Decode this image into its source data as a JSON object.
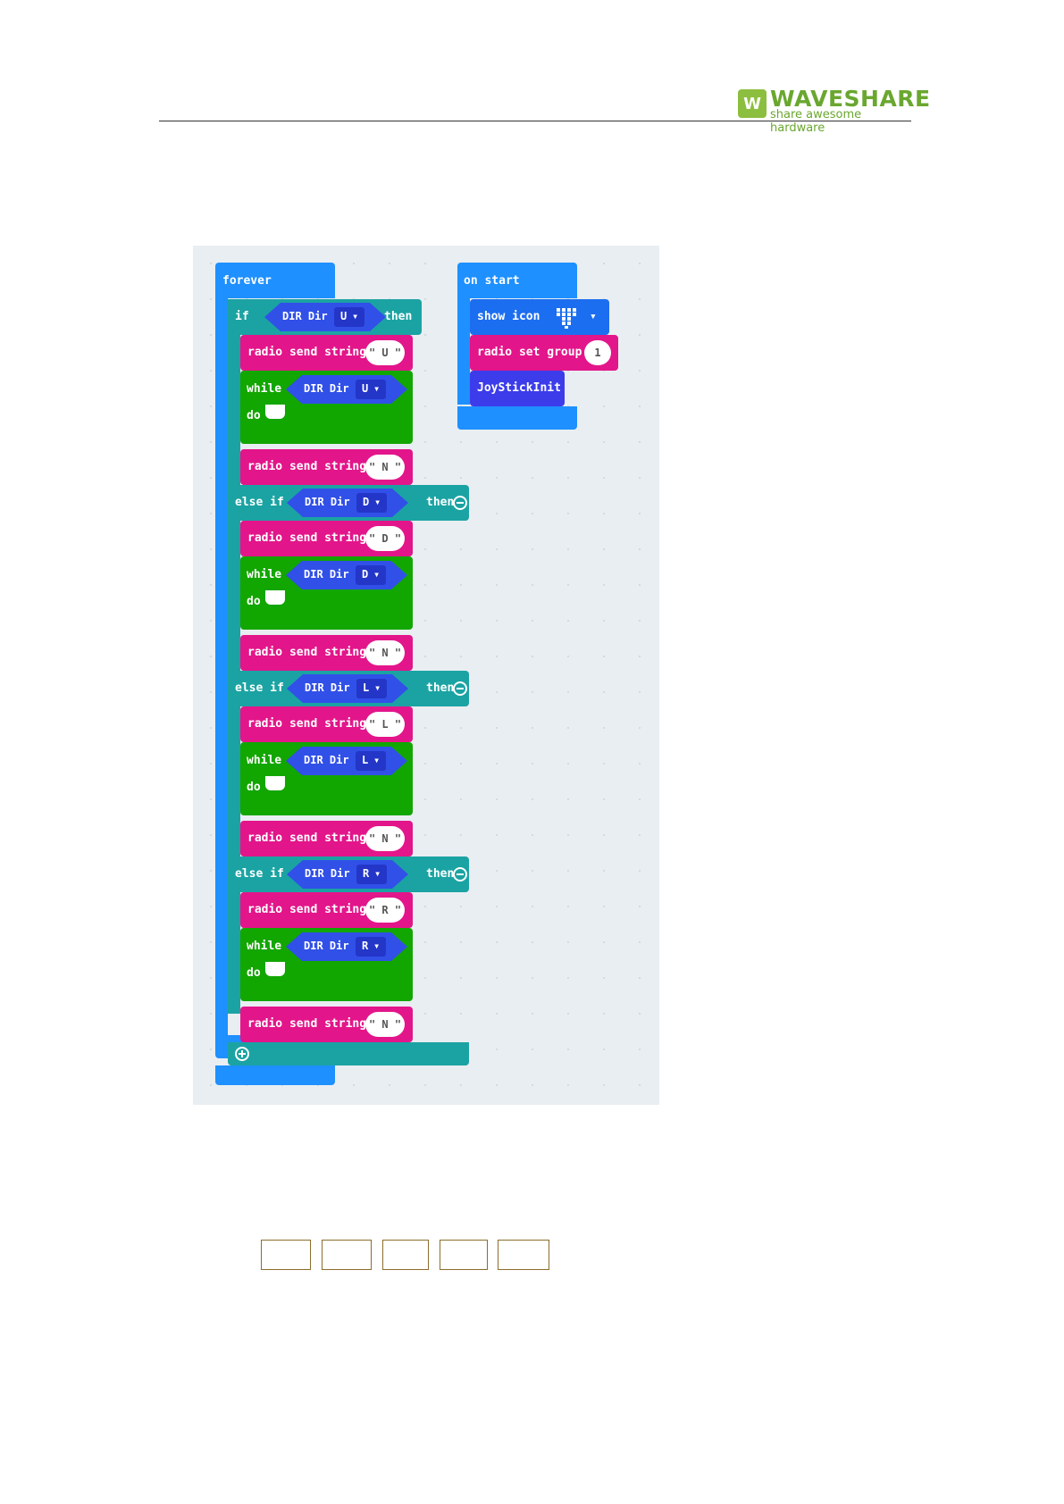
{
  "header": {
    "brand": "WAVESHARE",
    "tagline": "share awesome hardware",
    "logo_mark": "W"
  },
  "blocks": {
    "forever": "forever",
    "if": "if",
    "then": "then",
    "else_if": "else if",
    "while": "while",
    "do": "do",
    "radio_send": "radio send string",
    "dir_dir": "DIR Dir",
    "dir_values": [
      "U",
      "D",
      "L",
      "R"
    ],
    "send_values": [
      "\" U \"",
      "\" D \"",
      "\" L \"",
      "\" R \"",
      "\" N \""
    ],
    "on_start": "on start",
    "show_icon": "show icon",
    "radio_set_group": "radio set group",
    "group_value": "1",
    "joystick_init": "JoyStickInit"
  },
  "colors": {
    "loop": "#1e90ff",
    "logic": "#1ba3a3",
    "radio": "#e3158a",
    "while": "#12a600",
    "sensor": "#3150e8",
    "brand": "#6aa72f"
  }
}
